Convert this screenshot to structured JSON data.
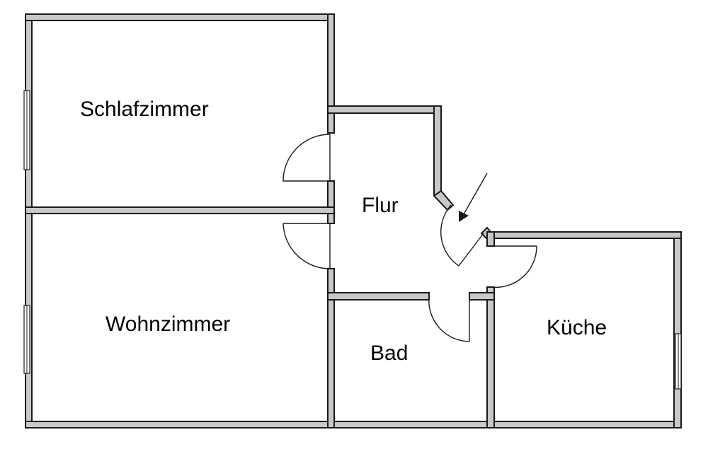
{
  "plan": {
    "wall_fill": "#c8c8c8",
    "line_color": "#1a1a1a",
    "rooms": {
      "schlafzimmer": "Schlafzimmer",
      "wohnzimmer": "Wohnzimmer",
      "flur": "Flur",
      "bad": "Bad",
      "kueche": "Küche"
    },
    "entrance_icon": "arrow-icon"
  }
}
